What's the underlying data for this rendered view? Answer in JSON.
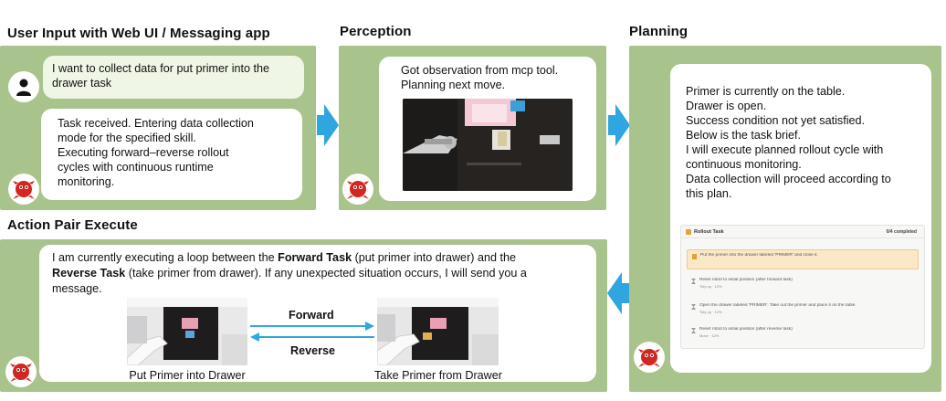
{
  "headings": {
    "user_input": "User Input with Web UI / Messaging app",
    "perception": "Perception",
    "planning": "Planning",
    "action": "Action Pair Execute"
  },
  "user_input": {
    "user_message": "I want to collect data for put primer into the drawer task",
    "agent_message": [
      "Task received. Entering data collection",
      "mode for the specified skill.",
      "Executing forward–reverse rollout",
      "cycles with continuous runtime",
      "monitoring."
    ]
  },
  "perception": {
    "message": [
      "Got observation from mcp tool.",
      "Planning next move."
    ]
  },
  "planning": {
    "message": [
      "Primer is currently on the table.",
      "Drawer is open.",
      "Success condition not yet satisfied.",
      "Below is the task brief.",
      "I will execute planned rollout cycle with",
      "continuous monitoring.",
      "Data collection will proceed according to",
      "this plan."
    ],
    "rollout_card": {
      "title": "Rollout Task",
      "status": "0/4 completed",
      "steps": [
        {
          "text": "Put the primer into the drawer labeled 'PRIMER' and close it.",
          "sub": ""
        },
        {
          "text": "Reset robot to initial position (after forward task)",
          "sub": "Tidy up · 12%"
        },
        {
          "text": "Open the drawer labeled 'PRIMER'. Take out the primer and place it on the table.",
          "sub": "Tidy up · 12%"
        },
        {
          "text": "Reset robot to initial position (after reverse task)",
          "sub": "Move · 12%"
        }
      ]
    }
  },
  "action": {
    "message_parts": {
      "p1": "I am currently executing a loop between the ",
      "forward_task": "Forward Task",
      "p2": " (put primer into drawer) and the",
      "reverse_task": "Reverse Task",
      "p3": " (take primer from drawer). If any unexpected situation occurs, I will send you a",
      "p4": "message."
    },
    "forward_label": "Forward",
    "reverse_label": "Reverse",
    "left_caption": "Put Primer into Drawer",
    "right_caption": "Take Primer from Drawer"
  },
  "colors": {
    "panel_green": "#a9c38c",
    "arrow_blue": "#2fa6df",
    "user_bubble": "#f0f6e5"
  },
  "icons": {
    "user_avatar": "person-icon",
    "agent_avatar": "red-mascot-icon"
  }
}
